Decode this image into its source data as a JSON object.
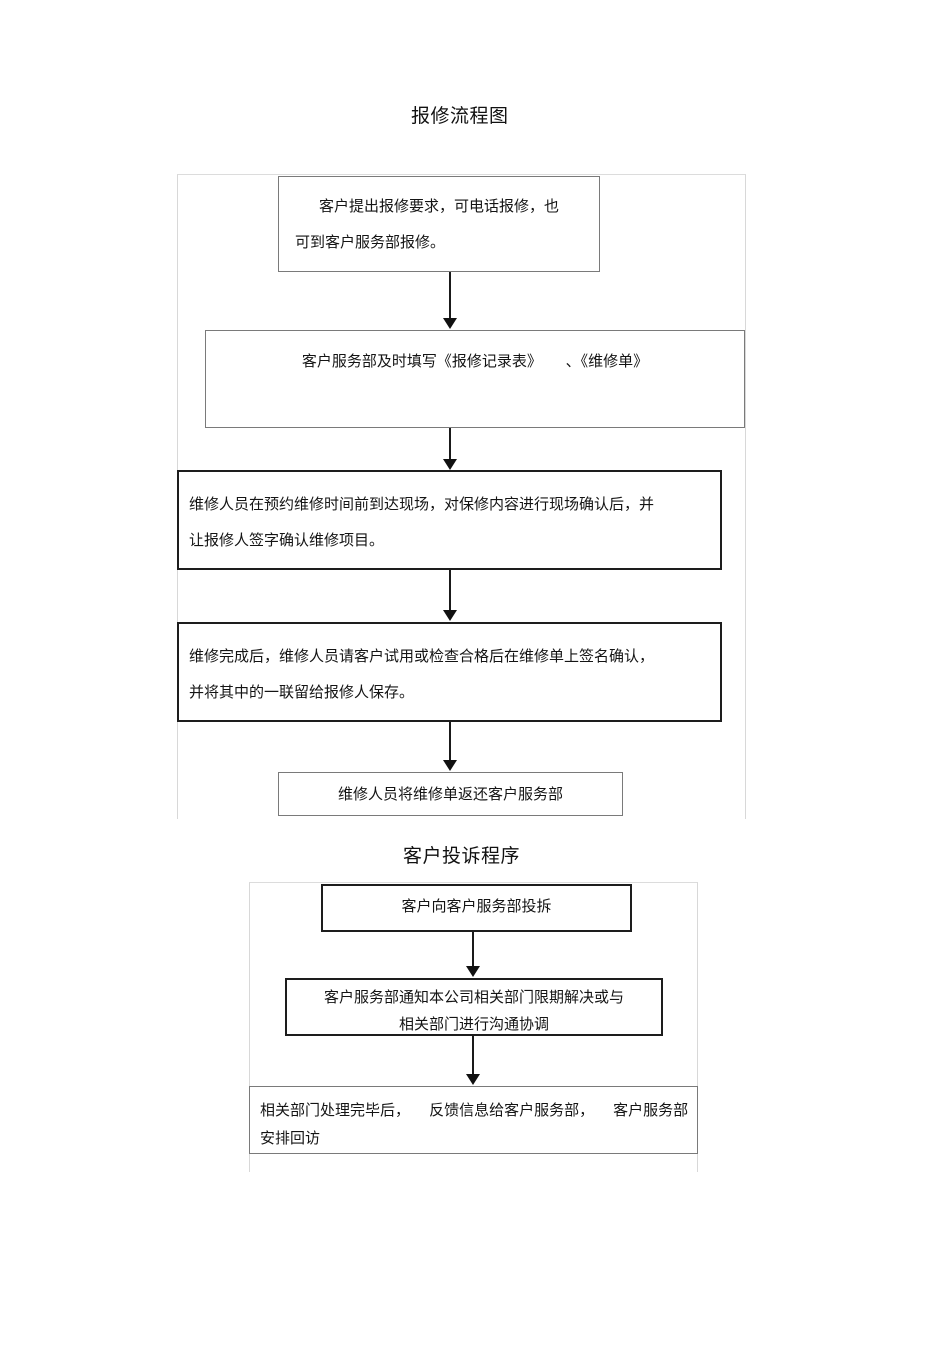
{
  "document": {
    "sections": [
      {
        "id": "repair-flow",
        "title": "报修流程图",
        "steps": [
          {
            "id": "step-1",
            "lines": [
              "客户提出报修要求，可电话报修，也",
              "可到客户服务部报修。"
            ]
          },
          {
            "id": "step-2",
            "lines": [
              "客户服务部及时填写《报修记录表》     、《维修单》"
            ]
          },
          {
            "id": "step-3",
            "lines": [
              "维修人员在预约维修时间前到达现场，对保修内容进行现场确认后，并",
              "让报修人签字确认维修项目。"
            ]
          },
          {
            "id": "step-4",
            "lines": [
              "维修完成后，维修人员请客户试用或检查合格后在维修单上签名确认，",
              "并将其中的一联留给报修人保存。"
            ]
          },
          {
            "id": "step-5",
            "lines": [
              "维修人员将维修单返还客户服务部"
            ]
          }
        ]
      },
      {
        "id": "complaint-flow",
        "title": "客户投诉程序",
        "steps": [
          {
            "id": "step-6",
            "lines": [
              "客户向客户服务部投拆"
            ]
          },
          {
            "id": "step-7",
            "lines": [
              "客户服务部通知本公司相关部门限期解决或与",
              "相关部门进行沟通协调"
            ]
          },
          {
            "id": "step-8",
            "lines": [
              "相关部门处理完毕后，    反馈信息给客户服务部，    客户服务部",
              "安排回访"
            ]
          }
        ]
      }
    ]
  },
  "style": {
    "page_background": "#ffffff",
    "text_color": "#141414",
    "box_border_color": "#7a7a7a",
    "box_border_color_heavy": "#1d1d1d",
    "frame_border_color": "#d8d8d8",
    "arrow_color": "#111111"
  }
}
